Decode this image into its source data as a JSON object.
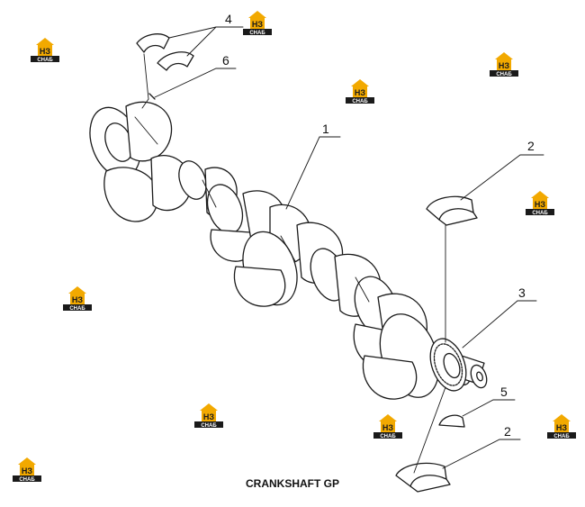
{
  "caption": "CRANKSHAFT GP",
  "callouts": [
    "1",
    "2",
    "2",
    "3",
    "4",
    "5",
    "6"
  ],
  "watermark": {
    "letters": "НЗ",
    "word": "СНАБ",
    "color": "#f2a900",
    "dark": "#1a1a1a"
  }
}
